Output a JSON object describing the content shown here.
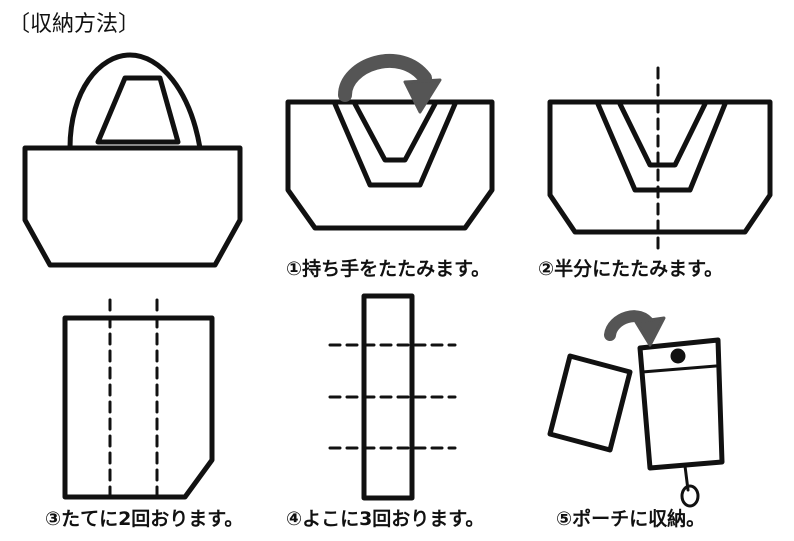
{
  "title": "〔収納方法〕",
  "steps": [
    {
      "caption": "①持ち手をたたみます。"
    },
    {
      "caption": "②半分にたたみます。"
    },
    {
      "caption": "③たてに2回おります。"
    },
    {
      "caption": "④よこに3回おります。"
    },
    {
      "caption": "⑤ポーチに収納。"
    }
  ],
  "colors": {
    "line": "#111111",
    "arrow": "#555555"
  }
}
